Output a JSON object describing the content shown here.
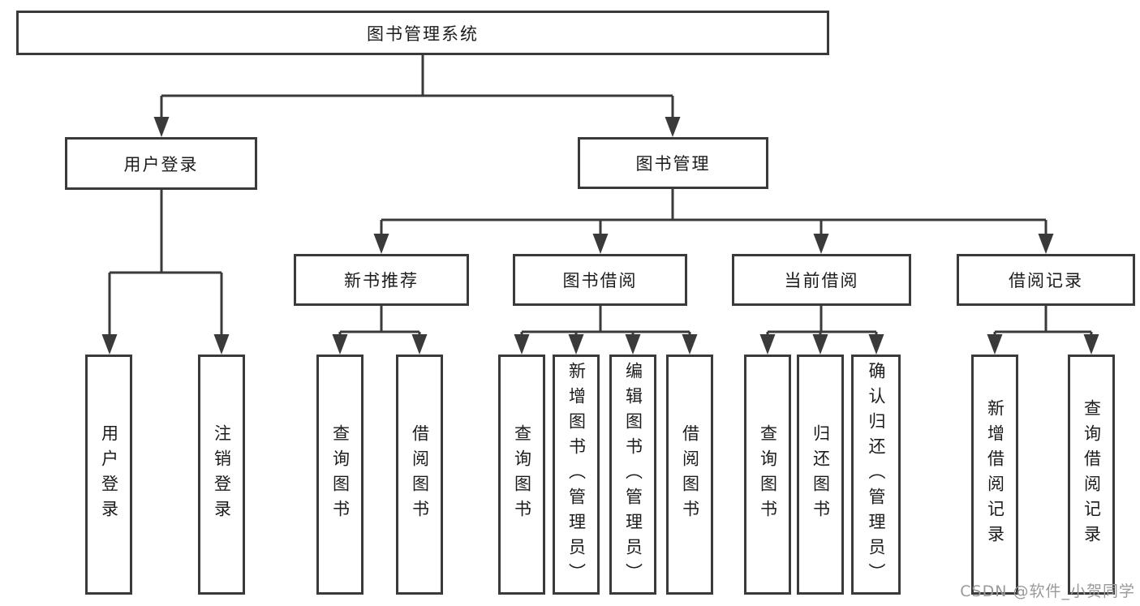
{
  "diagram": {
    "type": "tree",
    "background": "#ffffff",
    "line_color": "#3a3a3a",
    "text_color": "#1c1c1c",
    "nodes": {
      "root": {
        "label": "图书管理系统"
      },
      "login": {
        "label": "用户登录"
      },
      "mgmt": {
        "label": "图书管理"
      },
      "newbook": {
        "label": "新书推荐"
      },
      "borrow": {
        "label": "图书借阅"
      },
      "current": {
        "label": "当前借阅"
      },
      "records": {
        "label": "借阅记录"
      },
      "user_login": {
        "label": "用户登录"
      },
      "logout": {
        "label": "注销登录"
      },
      "nb_query": {
        "label": "查询图书"
      },
      "nb_borrow": {
        "label": "借阅图书"
      },
      "b_query": {
        "label": "查询图书"
      },
      "b_add": {
        "label": "新增图书（管理员）"
      },
      "b_edit": {
        "label": "编辑图书（管理员）"
      },
      "b_borrow": {
        "label": "借阅图书"
      },
      "c_query": {
        "label": "查询图书"
      },
      "c_return": {
        "label": "归还图书"
      },
      "c_confirm": {
        "label": "确认归还（管理员）"
      },
      "r_add": {
        "label": "新增借阅记录"
      },
      "r_query": {
        "label": "查询借阅记录"
      }
    },
    "edges": [
      [
        "root",
        "login"
      ],
      [
        "root",
        "mgmt"
      ],
      [
        "login",
        "user_login"
      ],
      [
        "login",
        "logout"
      ],
      [
        "mgmt",
        "newbook"
      ],
      [
        "mgmt",
        "borrow"
      ],
      [
        "mgmt",
        "current"
      ],
      [
        "mgmt",
        "records"
      ],
      [
        "newbook",
        "nb_query"
      ],
      [
        "newbook",
        "nb_borrow"
      ],
      [
        "borrow",
        "b_query"
      ],
      [
        "borrow",
        "b_add"
      ],
      [
        "borrow",
        "b_edit"
      ],
      [
        "borrow",
        "b_borrow"
      ],
      [
        "current",
        "c_query"
      ],
      [
        "current",
        "c_return"
      ],
      [
        "current",
        "c_confirm"
      ],
      [
        "records",
        "r_add"
      ],
      [
        "records",
        "r_query"
      ]
    ],
    "watermark": {
      "text": "CSDN @软件_小贺同学",
      "color": "#999999"
    }
  }
}
